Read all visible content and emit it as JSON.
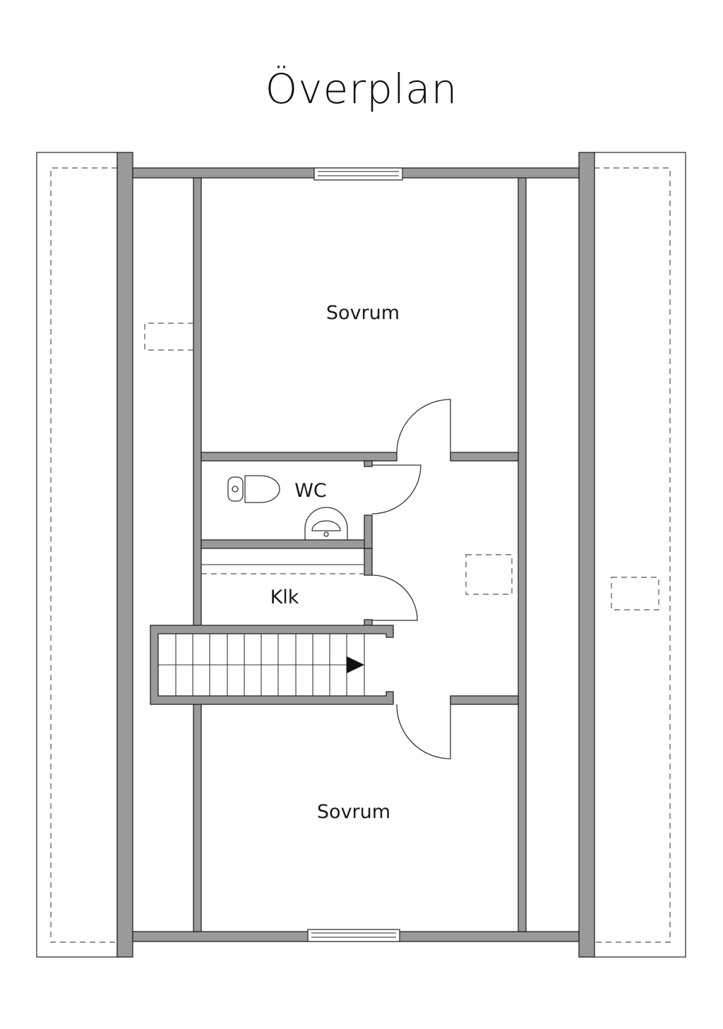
{
  "title": "Överplan",
  "rooms": {
    "bedroom_top": "Sovrum",
    "wc": "WC",
    "closet": "Klk",
    "bedroom_bottom": "Sovrum"
  },
  "colors": {
    "wall": "#9a9a9a",
    "wall_outline": "#222222",
    "line": "#333333",
    "dashed": "#555555"
  }
}
